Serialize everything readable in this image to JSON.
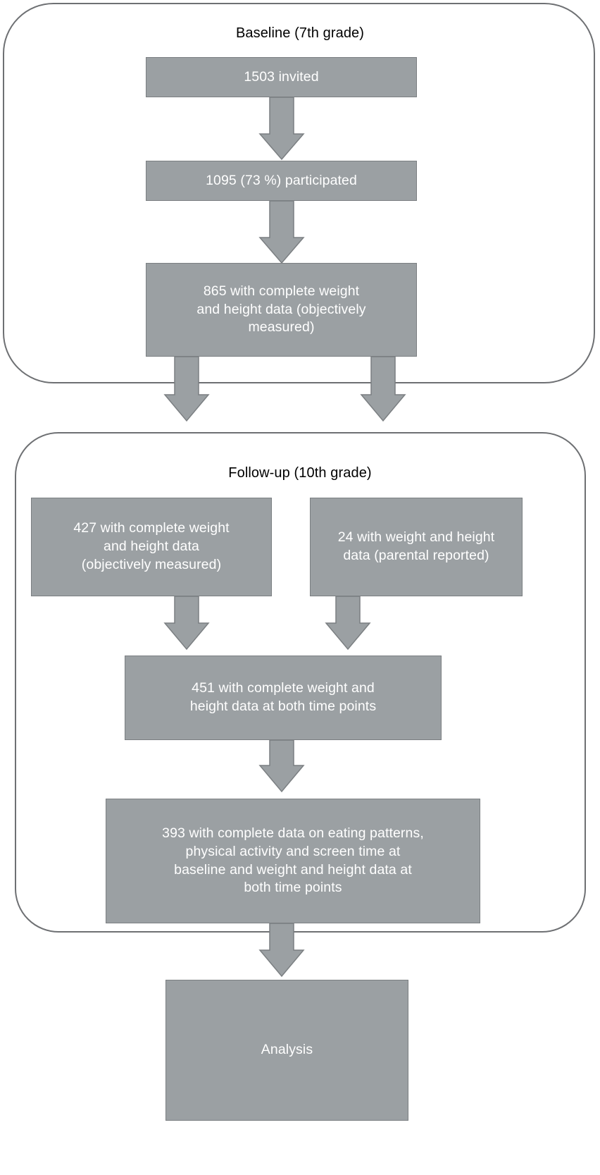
{
  "figure": {
    "type": "flowchart",
    "orientation": "top-to-bottom",
    "colors": {
      "node_fill": "#9ba0a3",
      "node_border": "#7b7f82",
      "node_text": "#ffffff",
      "arrow_fill": "#9ba0a3",
      "arrow_stroke": "#7b7f82",
      "frame_stroke": "#6e7073",
      "background": "#ffffff"
    }
  },
  "groups": [
    {
      "id": "baseline",
      "title": "Baseline (7th grade)"
    },
    {
      "id": "followup",
      "title": "Follow-up (10th grade)"
    }
  ],
  "nodes": {
    "invited": {
      "label": "1503 invited",
      "count": 1503
    },
    "participated": {
      "label": "1095 (73 %) participated",
      "count": 1095,
      "percent": 73
    },
    "baseline_complete": {
      "label": "865 with complete weight\nand height data (objectively\nmeasured)",
      "count": 865
    },
    "followup_objective": {
      "label": "427 with complete weight\nand height data\n(objectively measured)",
      "count": 427
    },
    "followup_parental": {
      "label": "24 with weight and height\ndata (parental reported)",
      "count": 24
    },
    "both_time_points": {
      "label": "451 with complete weight and\nheight data at both time points",
      "count": 451
    },
    "complete_data": {
      "label": "393 with complete data on eating patterns,\nphysical activity and screen time at\nbaseline and weight and height data at\nboth time points",
      "count": 393
    },
    "analysis": {
      "label": "Analysis"
    }
  },
  "edges": [
    {
      "from": "invited",
      "to": "participated"
    },
    {
      "from": "participated",
      "to": "baseline_complete"
    },
    {
      "from": "baseline_complete",
      "to": "followup_objective"
    },
    {
      "from": "baseline_complete",
      "to": "followup_parental"
    },
    {
      "from": "followup_objective",
      "to": "both_time_points"
    },
    {
      "from": "followup_parental",
      "to": "both_time_points"
    },
    {
      "from": "both_time_points",
      "to": "complete_data"
    },
    {
      "from": "complete_data",
      "to": "analysis"
    }
  ]
}
